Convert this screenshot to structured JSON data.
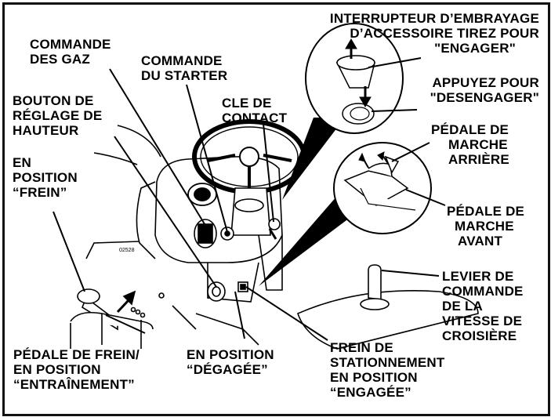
{
  "labels": {
    "throttle": [
      "COMMANDE",
      "DES GAZ"
    ],
    "choke": [
      "COMMANDE",
      "DU STARTER"
    ],
    "height_knob": [
      "BOUTON DE",
      "RÉGLAGE DE",
      "HAUTEUR"
    ],
    "ignition": [
      "CLE DE",
      "CONTACT"
    ],
    "brake_position": [
      "EN",
      "POSITION",
      "“FREIN”"
    ],
    "pto_switch": [
      "INTERRUPTEUR D’EMBRAYAGE",
      "D’ACCESSOIRE TIREZ POUR",
      "\"ENGAGER\""
    ],
    "push_disengage": [
      "APPUYEZ POUR",
      "\"DESENGAGER\""
    ],
    "reverse_pedal": [
      "PÉDALE DE",
      "MARCHE",
      "ARRIÈRE"
    ],
    "forward_pedal": [
      "PÉDALE DE",
      "MARCHE",
      "AVANT"
    ],
    "cruise_lever": [
      "LEVIER DE",
      "COMMANDE",
      "DE LA",
      "VITESSE DE",
      "CROISIÈRE"
    ],
    "brake_pedal": [
      "PÉDALE DE FREIN/",
      "EN POSITION",
      "“ENTRAÎNEMENT”"
    ],
    "released": [
      "EN POSITION",
      "“DÉGAGÉE”"
    ],
    "parking_brake": [
      "FREIN DE",
      "STATIONNEMENT",
      "EN POSITION",
      "“ENGAGÉE”"
    ]
  },
  "figure_code": "02528",
  "colors": {
    "ink": "#000000",
    "paper": "#ffffff"
  }
}
